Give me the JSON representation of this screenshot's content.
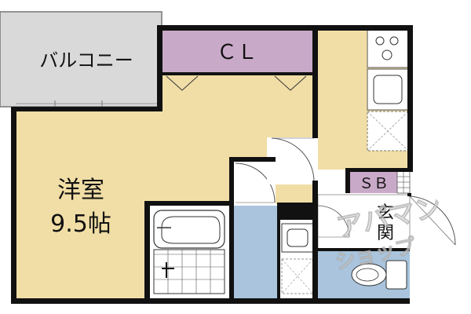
{
  "floor_plan": {
    "rooms": {
      "balcony": {
        "label": "バルコニー"
      },
      "closet": {
        "label": "ＣＬ"
      },
      "western_room": {
        "label_line1": "洋室",
        "label_line2": "9.5帖"
      },
      "shoe_box": {
        "label": "ＳＢ"
      },
      "entrance": {
        "label_line1": "玄",
        "label_line2": "関"
      }
    },
    "watermark": {
      "line1": "アパマン",
      "line2": "ショップ"
    }
  },
  "colors": {
    "room_floor": "#f1dea6",
    "balcony": "#d9d9d9",
    "closet": "#c9a9c8",
    "wet_area": "#a9c4dc",
    "wall": "#111111"
  }
}
